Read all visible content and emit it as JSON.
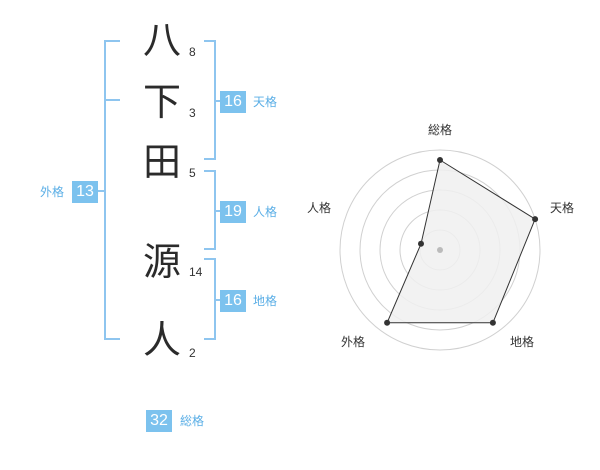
{
  "name_chars": [
    {
      "char": "八",
      "strokes": "8"
    },
    {
      "char": "下",
      "strokes": "3"
    },
    {
      "char": "田",
      "strokes": "5"
    },
    {
      "char": "源",
      "strokes": "14"
    },
    {
      "char": "人",
      "strokes": "2"
    }
  ],
  "fortunes": {
    "tenkaku": {
      "value": "16",
      "label": "天格"
    },
    "jinkaku": {
      "value": "19",
      "label": "人格"
    },
    "chikaku": {
      "value": "16",
      "label": "地格"
    },
    "gaikaku": {
      "value": "13",
      "label": "外格"
    },
    "soukaku": {
      "value": "32",
      "label": "総格"
    }
  },
  "colors": {
    "accent": "#7cc2ee",
    "bracket": "#8ec5ef",
    "label": "#5aaee6",
    "radar_fill": "#f0f0f0",
    "radar_grid": "#d0d0d0",
    "radar_line": "#333333"
  },
  "chart_data": {
    "type": "radar",
    "axes": [
      "総格",
      "天格",
      "地格",
      "外格",
      "人格"
    ],
    "values": [
      0.9,
      1.0,
      0.9,
      0.9,
      0.2
    ],
    "max": 1.0,
    "grid_rings": 5
  }
}
